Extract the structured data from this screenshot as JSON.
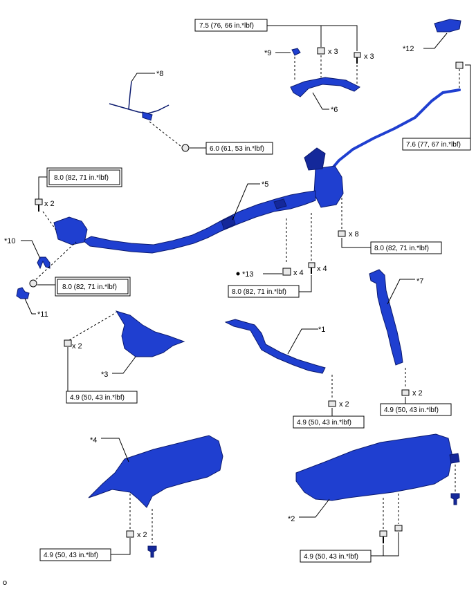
{
  "parts": {
    "p1": "*1",
    "p2": "*2",
    "p3": "*3",
    "p4": "*4",
    "p5": "*5",
    "p6": "*6",
    "p7": "*7",
    "p8": "*8",
    "p9": "*9",
    "p10": "*10",
    "p11": "*11",
    "p12": "*12",
    "p13": "*13"
  },
  "torques": {
    "t_7_5": "7.5 (76, 66 in.*lbf)",
    "t_6_0": "6.0 (61, 53 in.*lbf)",
    "t_7_6": "7.6 (77, 67 in.*lbf)",
    "t_8_0_a": "8.0 (82, 71 in.*lbf)",
    "t_8_0_b": "8.0 (82, 71 in.*lbf)",
    "t_8_0_c": "8.0 (82, 71 in.*lbf)",
    "t_8_0_d": "8.0 (82, 71 in.*lbf)",
    "t_4_9_a": "4.9 (50, 43 in.*lbf)",
    "t_4_9_b": "4.9 (50, 43 in.*lbf)",
    "t_4_9_c": "4.9 (50, 43 in.*lbf)",
    "t_4_9_d": "4.9 (50, 43 in.*lbf)",
    "t_4_9_e": "4.9 (50, 43 in.*lbf)"
  },
  "quantities": {
    "q_top_mid": "x 3",
    "q_top_right": "x 3",
    "q_left_top": "x 2",
    "q_mid_nut": "x 8",
    "q_13": "x 4",
    "q_bolt_mid": "x 4",
    "q_3": "x 2",
    "q_1": "x 2",
    "q_7": "x 2",
    "q_4": "x 2"
  },
  "corner_mark": "o",
  "colors": {
    "part_blue": "#1f3fd0",
    "part_dark": "#0b1a6e"
  }
}
